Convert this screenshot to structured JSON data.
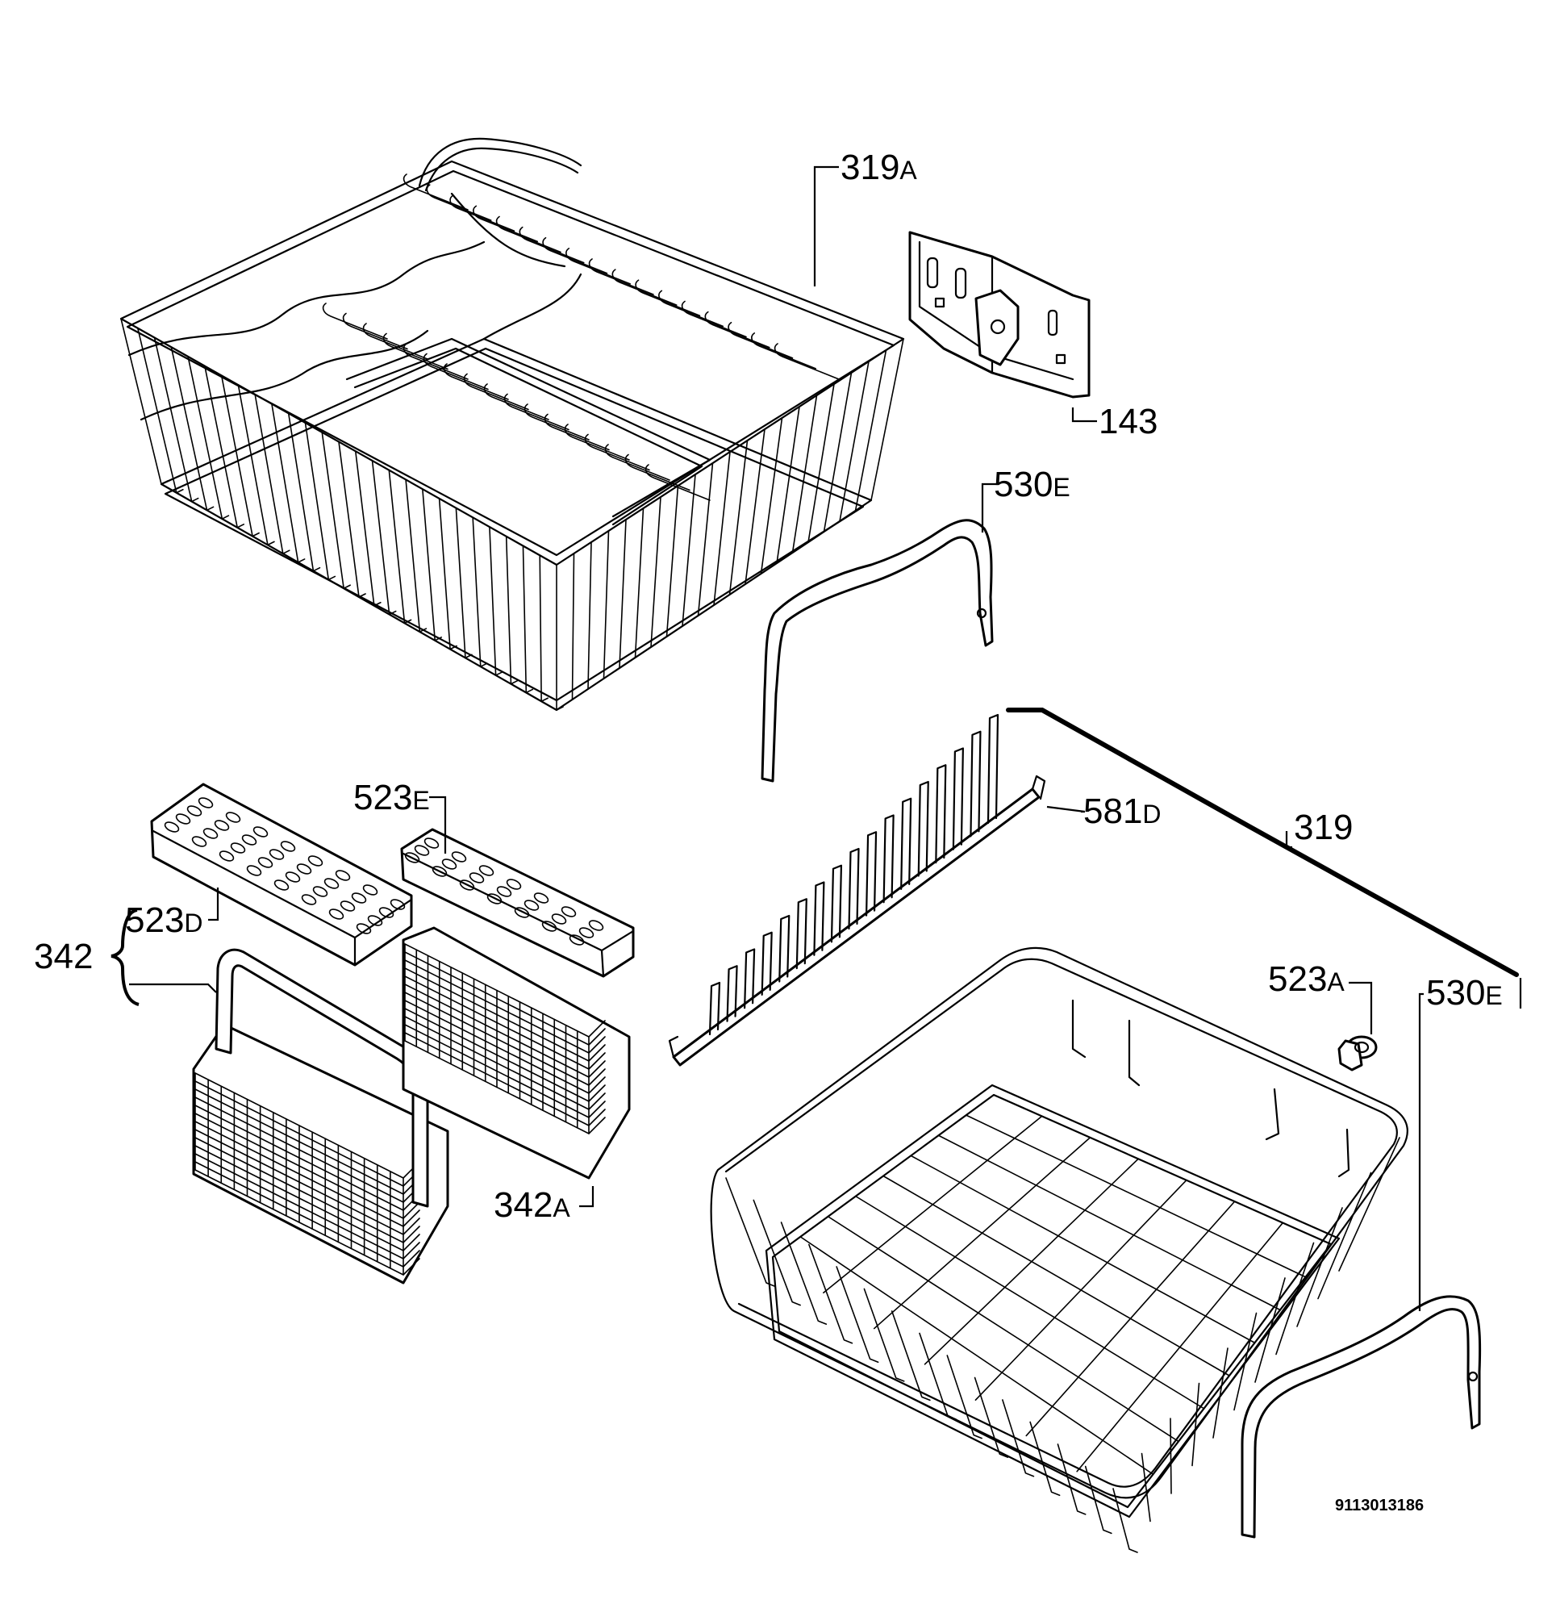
{
  "parts": {
    "p319A": {
      "num": "319",
      "suffix": "A"
    },
    "p143": {
      "num": "143",
      "suffix": ""
    },
    "p530E_top": {
      "num": "530",
      "suffix": "E"
    },
    "p523E": {
      "num": "523",
      "suffix": "E"
    },
    "p581D": {
      "num": "581",
      "suffix": "D"
    },
    "p319": {
      "num": "319",
      "suffix": ""
    },
    "p342": {
      "num": "342",
      "suffix": ""
    },
    "p523D": {
      "num": "523",
      "suffix": "D"
    },
    "p523A": {
      "num": "523",
      "suffix": "A"
    },
    "p530E_bottom": {
      "num": "530",
      "suffix": "E"
    },
    "p342A": {
      "num": "342",
      "suffix": "A"
    }
  },
  "drawing_code": "9113013186"
}
